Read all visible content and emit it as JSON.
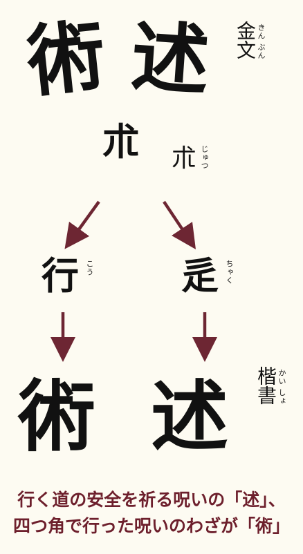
{
  "colors": {
    "background": "#fdfbf2",
    "arrow": "#6d2633",
    "caption": "#6d1f2c",
    "ink": "#111111"
  },
  "top": {
    "glyph_left": "術",
    "glyph_right": "述",
    "style_label": "金文",
    "style_ruby": "きん ぶん"
  },
  "middle": {
    "glyph": "朮",
    "label": "朮",
    "ruby": "じゅつ"
  },
  "branches": {
    "left": {
      "label": "行",
      "ruby": "こう"
    },
    "right": {
      "label": "辵",
      "ruby": "ちゃく"
    }
  },
  "bottom": {
    "glyph_left": "術",
    "glyph_right": "述",
    "style_label": "楷書",
    "style_ruby": "かい しょ"
  },
  "caption": {
    "line1": "行く道の安全を祈る呪いの「述」、",
    "line2": "四つ角で行った呪いのわざが「術」"
  }
}
